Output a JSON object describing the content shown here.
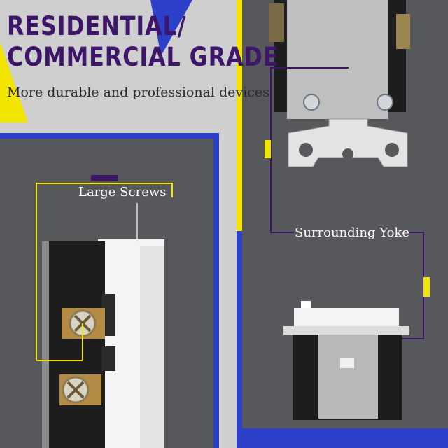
{
  "headline": {
    "line1": "RESIDENTIAL/",
    "line2": "COMMERCIAL GRADE",
    "subtitle": "More durable and professional devices"
  },
  "callouts": {
    "large_screws": "Large Screws",
    "surrounding_yoke": "Surrounding Yoke"
  },
  "colors": {
    "title": "#3d1669",
    "panel_dark": "#57585c",
    "border_blue": "#2c3fc8",
    "accent_yellow": "#f2e600",
    "accent_purple": "#3d1669",
    "background": "#cfcfcf"
  }
}
